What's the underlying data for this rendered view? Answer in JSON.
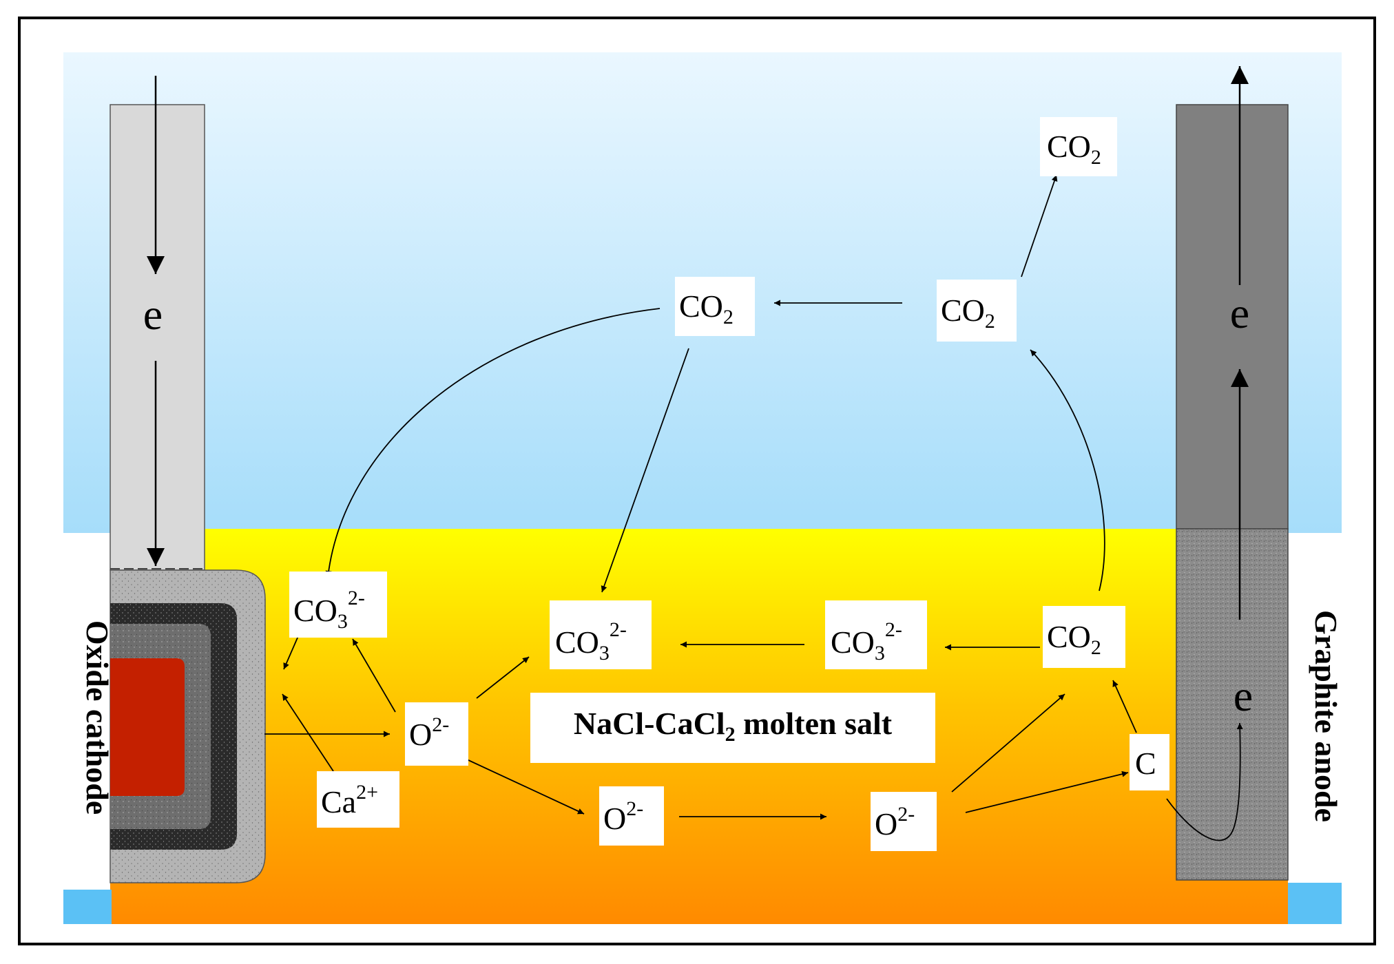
{
  "cathode_label": "Oxide cathode",
  "anode_label": "Graphite anode",
  "electron": "e",
  "salt_label": {
    "main": "NaCl-CaCl",
    "sub": "2",
    "tail": " molten salt"
  },
  "species": {
    "co2": {
      "main": "CO",
      "sub": "2"
    },
    "co3": {
      "main": "CO",
      "sub": "3",
      "sup": "2-"
    },
    "o2": {
      "main": "O",
      "sup": "2-"
    },
    "ca": {
      "main": "Ca",
      "sup": "2+"
    },
    "c": {
      "main": "C"
    }
  },
  "colors": {
    "gas_top": "#eaf7ff",
    "gas_bottom": "#a6ddfa",
    "salt_top": "#ffff00",
    "salt_mid": "#ffc400",
    "salt_bottom": "#ff8a00",
    "cathode_rod": "#d9d9d9",
    "cathode_oxide_core": "#c42000",
    "anode_rod": "#808080",
    "anode_submerged": "#8c8c8c",
    "crucible_edge": "#5bc1f5"
  }
}
